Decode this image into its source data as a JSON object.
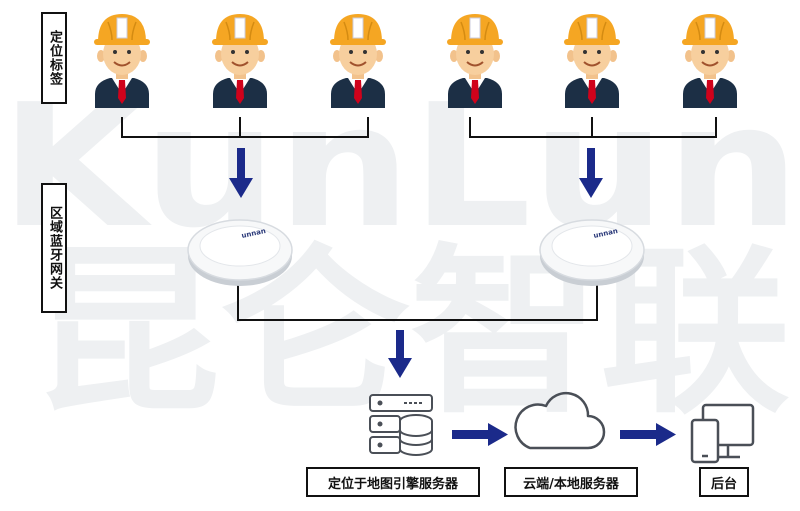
{
  "watermark": {
    "latin": "KunLun",
    "chinese": "昆仑智联"
  },
  "labels": {
    "tags": "定位标签",
    "gateway": "区域蓝牙网关"
  },
  "workers": {
    "count": 6,
    "helmet_color": "#f5a623",
    "suit_color": "#1c2f45",
    "tie_color": "#d0021b"
  },
  "gateways": [
    {
      "device_brand": "unnan"
    },
    {
      "device_brand": "unnan"
    }
  ],
  "nodes": {
    "engine": "定位于地图引擎服务器",
    "cloud": "云端/本地服务器",
    "backend": "后台"
  },
  "icons": {
    "engine": "server-stack-icon",
    "cloud": "cloud-icon",
    "backend": "desktop-and-tablet-icon"
  },
  "colors": {
    "arrow": "#1b2a8a",
    "line": "#111111",
    "watermark": "#eef0f2"
  }
}
